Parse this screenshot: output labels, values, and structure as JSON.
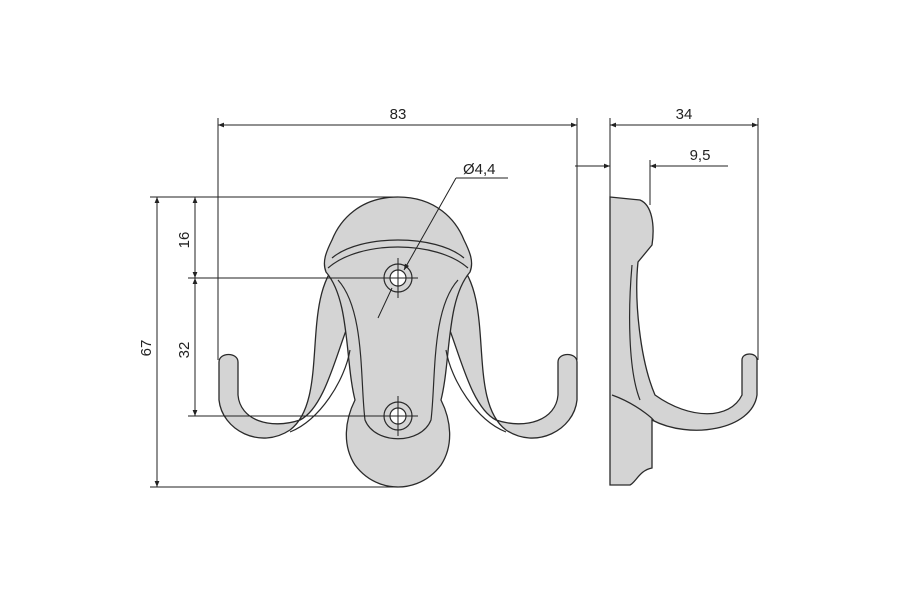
{
  "dimensions": {
    "width": "83",
    "height": "67",
    "top_to_hole": "16",
    "hole_spacing": "32",
    "hole_diameter": "Ø4,4",
    "depth": "34",
    "plate_thickness": "9,5"
  },
  "colors": {
    "part_fill": "#d4d4d4",
    "line": "#222222"
  }
}
